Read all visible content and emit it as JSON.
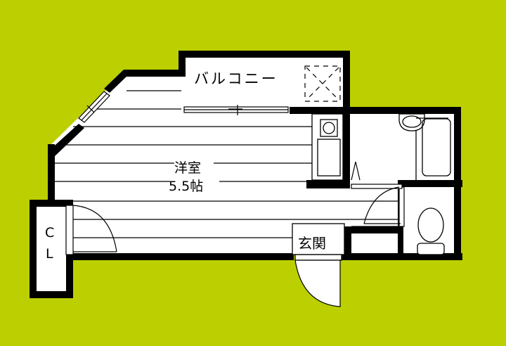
{
  "plan": {
    "background_color": "#bccf00",
    "wall_color": "#000000",
    "floor_color": "#ffffff"
  },
  "rooms": {
    "balcony": {
      "label": "バルコニー"
    },
    "western_room": {
      "name": "洋室",
      "size": "5.5帖"
    },
    "entrance": {
      "label": "玄関"
    },
    "closet": {
      "label_top": "C",
      "label_bottom": "L"
    }
  },
  "fixtures": [
    {
      "name": "washing-machine-space"
    },
    {
      "name": "kitchen-sink"
    },
    {
      "name": "washbasin"
    },
    {
      "name": "bathtub"
    },
    {
      "name": "toilet"
    },
    {
      "name": "air-conditioner-outdoor-unit"
    }
  ]
}
